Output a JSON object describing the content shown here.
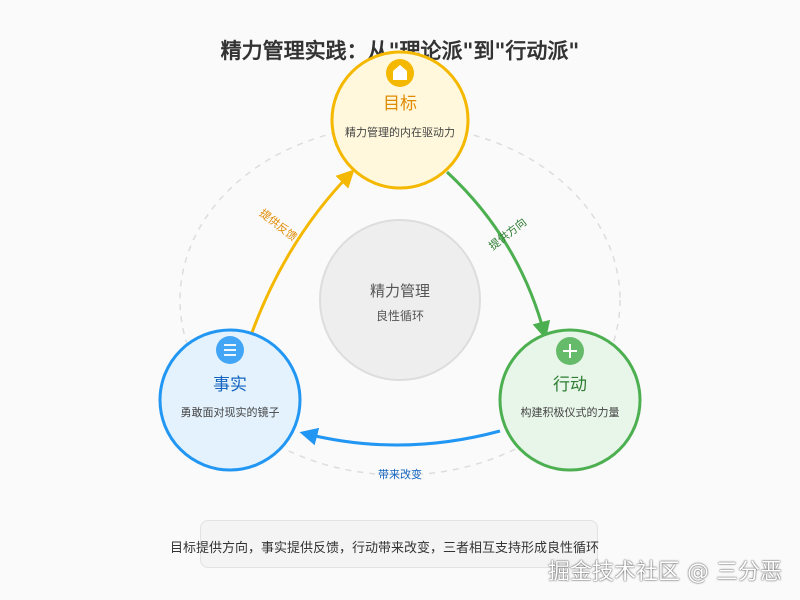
{
  "title": "精力管理实践：从\"理论派\"到\"行动派\"",
  "center": {
    "title": "精力管理",
    "subtitle": "良性循环"
  },
  "nodes": {
    "goal": {
      "title": "目标",
      "desc": "精力管理的内在驱动力",
      "icon": "house-icon",
      "color": "#f5b800",
      "fill": "#fff8dc",
      "title_color": "#e08a00"
    },
    "action": {
      "title": "行动",
      "desc": "构建积极仪式的力量",
      "icon": "plus-icon",
      "color": "#4caf50",
      "fill": "#e8f5e9",
      "title_color": "#2e7d32"
    },
    "fact": {
      "title": "事实",
      "desc": "勇敢面对现实的镜子",
      "icon": "list-icon",
      "color": "#2196f3",
      "fill": "#e3f2fd",
      "title_color": "#1565c0"
    }
  },
  "edges": {
    "goal_to_action": {
      "label": "提供方向",
      "color": "#4caf50"
    },
    "action_to_fact": {
      "label": "带来改变",
      "color": "#2196f3"
    },
    "fact_to_goal": {
      "label": "提供反馈",
      "color": "#f5b800"
    }
  },
  "summary": "目标提供方向，事实提供反馈，行动带来改变，三者相互支持形成良性循环",
  "watermark": "掘金技术社区 @ 三分恶"
}
